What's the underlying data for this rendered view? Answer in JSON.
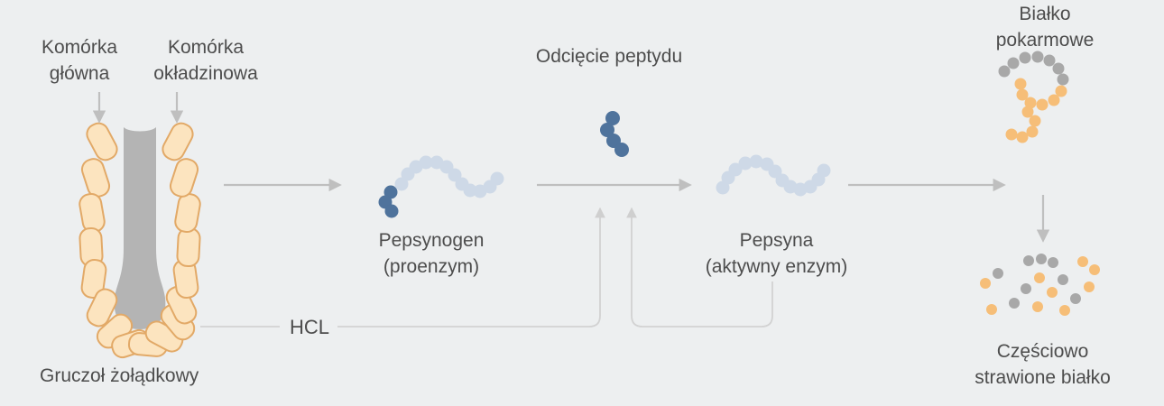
{
  "palette": {
    "background": "#edeff0",
    "cell_fill": "#fce4bf",
    "cell_stroke": "#e2a967",
    "lumen_gray": "#b4b4b4",
    "chain_light_blue": "#ced9e7",
    "chain_dark_blue": "#4f739c",
    "protein_gray": "#a8a8a8",
    "protein_orange": "#f6be78",
    "arrow_gray": "#bfbfbf",
    "hcl_line_gray": "#d2d2d2",
    "text_color": "#4d4d4d"
  },
  "labels": {
    "chief_cell": {
      "line1": "Komórka",
      "line2": "główna"
    },
    "parietal_cell": {
      "line1": "Komórka",
      "line2": "okładzinowa"
    },
    "gastric_gland": "Gruczoł żołądkowy",
    "pepsinogen": {
      "line1": "Pepsynogen",
      "line2": "(proenzym)"
    },
    "peptide_cleavage": "Odcięcie peptydu",
    "pepsin": {
      "line1": "Pepsyna",
      "line2": "(aktywny enzym)"
    },
    "hcl": "HCL",
    "food_protein": {
      "line1": "Białko",
      "line2": "pokarmowe"
    },
    "digested_protein": {
      "line1": "Częściowo",
      "line2": "strawione białko"
    }
  }
}
